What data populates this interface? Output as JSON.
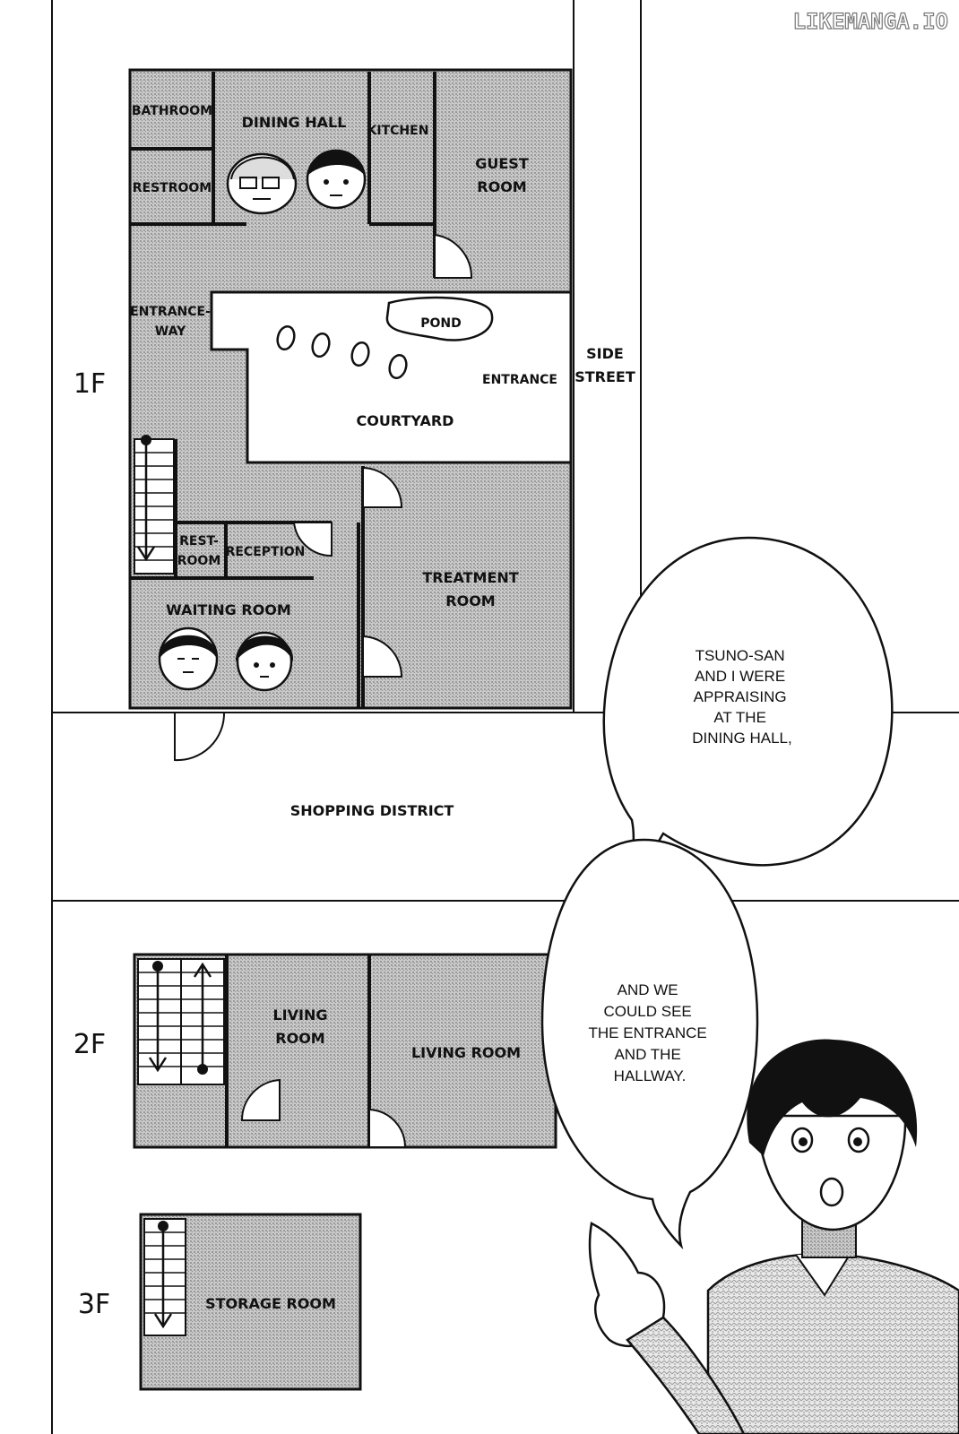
{
  "watermark": "LIKEMANGA.IO",
  "floors": {
    "f1": "1F",
    "f2": "2F",
    "f3": "3F"
  },
  "rooms_1f": {
    "bathroom": "BATHROOM",
    "dining_hall": "DINING HALL",
    "kitchen": "KITCHEN",
    "guest_room_1": "GUEST",
    "guest_room_2": "ROOM",
    "restroom": "RESTROOM",
    "entranceway_1": "ENTRANCE-",
    "entranceway_2": "WAY",
    "pond": "POND",
    "entrance": "ENTRANCE",
    "side_street_1": "SIDE",
    "side_street_2": "STREET",
    "courtyard": "COURTYARD",
    "restroom_small_1": "REST-",
    "restroom_small_2": "ROOM",
    "reception": "RECEPTION",
    "treatment_room_1": "TREATMENT",
    "treatment_room_2": "ROOM",
    "waiting_room": "WAITING ROOM",
    "shopping_district": "SHOPPING DISTRICT"
  },
  "rooms_2f": {
    "living_room_small_1": "LIVING",
    "living_room_small_2": "ROOM",
    "living_room": "LIVING ROOM"
  },
  "rooms_3f": {
    "storage_room": "STORAGE ROOM"
  },
  "bubbles": {
    "top": [
      "TSUNO-SAN",
      "AND I WERE",
      "APPRAISING",
      "AT THE",
      "DINING HALL,"
    ],
    "bottom": [
      "AND WE",
      "COULD SEE",
      "THE ENTRANCE",
      "AND THE",
      "HALLWAY."
    ]
  },
  "colors": {
    "ink": "#111111",
    "paper": "#ffffff",
    "floor_tone": "#bdbdbd"
  }
}
